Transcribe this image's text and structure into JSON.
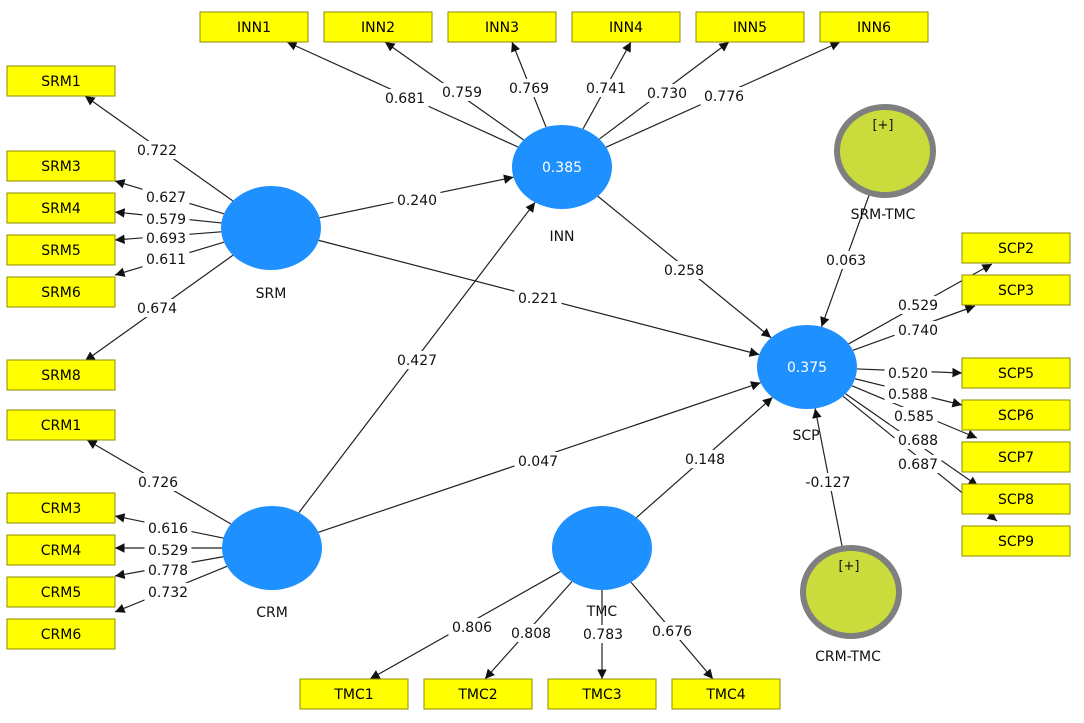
{
  "latents": [
    {
      "id": "INN",
      "label": "INN",
      "r2": "0.385"
    },
    {
      "id": "SRM",
      "label": "SRM",
      "r2": ""
    },
    {
      "id": "CRM",
      "label": "CRM",
      "r2": ""
    },
    {
      "id": "TMC",
      "label": "TMC",
      "r2": ""
    },
    {
      "id": "SCP",
      "label": "SCP",
      "r2": "0.375"
    },
    {
      "id": "SRMTMC",
      "label": "SRM-TMC",
      "r2": "",
      "collapsed": "[+]"
    },
    {
      "id": "CRMTMC",
      "label": "CRM-TMC",
      "r2": "",
      "collapsed": "[+]"
    }
  ],
  "indicators": [
    {
      "id": "INN1",
      "label": "INN1"
    },
    {
      "id": "INN2",
      "label": "INN2"
    },
    {
      "id": "INN3",
      "label": "INN3"
    },
    {
      "id": "INN4",
      "label": "INN4"
    },
    {
      "id": "INN5",
      "label": "INN5"
    },
    {
      "id": "INN6",
      "label": "INN6"
    },
    {
      "id": "SRM1",
      "label": "SRM1"
    },
    {
      "id": "SRM3",
      "label": "SRM3"
    },
    {
      "id": "SRM4",
      "label": "SRM4"
    },
    {
      "id": "SRM5",
      "label": "SRM5"
    },
    {
      "id": "SRM6",
      "label": "SRM6"
    },
    {
      "id": "SRM8",
      "label": "SRM8"
    },
    {
      "id": "CRM1",
      "label": "CRM1"
    },
    {
      "id": "CRM3",
      "label": "CRM3"
    },
    {
      "id": "CRM4",
      "label": "CRM4"
    },
    {
      "id": "CRM5",
      "label": "CRM5"
    },
    {
      "id": "CRM6",
      "label": "CRM6"
    },
    {
      "id": "SCP2",
      "label": "SCP2"
    },
    {
      "id": "SCP3",
      "label": "SCP3"
    },
    {
      "id": "SCP5",
      "label": "SCP5"
    },
    {
      "id": "SCP6",
      "label": "SCP6"
    },
    {
      "id": "SCP7",
      "label": "SCP7"
    },
    {
      "id": "SCP8",
      "label": "SCP8"
    },
    {
      "id": "SCP9",
      "label": "SCP9"
    },
    {
      "id": "TMC1",
      "label": "TMC1"
    },
    {
      "id": "TMC2",
      "label": "TMC2"
    },
    {
      "id": "TMC3",
      "label": "TMC3"
    },
    {
      "id": "TMC4",
      "label": "TMC4"
    }
  ],
  "loadings": [
    {
      "from": "INN",
      "to": "INN1",
      "value": "0.681"
    },
    {
      "from": "INN",
      "to": "INN2",
      "value": "0.759"
    },
    {
      "from": "INN",
      "to": "INN3",
      "value": "0.769"
    },
    {
      "from": "INN",
      "to": "INN4",
      "value": "0.741"
    },
    {
      "from": "INN",
      "to": "INN5",
      "value": "0.730"
    },
    {
      "from": "INN",
      "to": "INN6",
      "value": "0.776"
    },
    {
      "from": "SRM",
      "to": "SRM1",
      "value": "0.722"
    },
    {
      "from": "SRM",
      "to": "SRM3",
      "value": "0.627"
    },
    {
      "from": "SRM",
      "to": "SRM4",
      "value": "0.579"
    },
    {
      "from": "SRM",
      "to": "SRM5",
      "value": "0.693"
    },
    {
      "from": "SRM",
      "to": "SRM6",
      "value": "0.611"
    },
    {
      "from": "SRM",
      "to": "SRM8",
      "value": "0.674"
    },
    {
      "from": "CRM",
      "to": "CRM1",
      "value": "0.726"
    },
    {
      "from": "CRM",
      "to": "CRM3",
      "value": "0.616"
    },
    {
      "from": "CRM",
      "to": "CRM4",
      "value": "0.529"
    },
    {
      "from": "CRM",
      "to": "CRM5",
      "value": "0.778"
    },
    {
      "from": "CRM",
      "to": "CRM6",
      "value": "0.732"
    },
    {
      "from": "SCP",
      "to": "SCP2",
      "value": "0.529"
    },
    {
      "from": "SCP",
      "to": "SCP3",
      "value": "0.740"
    },
    {
      "from": "SCP",
      "to": "SCP5",
      "value": "0.520"
    },
    {
      "from": "SCP",
      "to": "SCP6",
      "value": "0.588"
    },
    {
      "from": "SCP",
      "to": "SCP7",
      "value": "0.585"
    },
    {
      "from": "SCP",
      "to": "SCP8",
      "value": "0.688"
    },
    {
      "from": "SCP",
      "to": "SCP9",
      "value": "0.687"
    },
    {
      "from": "TMC",
      "to": "TMC1",
      "value": "0.806"
    },
    {
      "from": "TMC",
      "to": "TMC2",
      "value": "0.808"
    },
    {
      "from": "TMC",
      "to": "TMC3",
      "value": "0.783"
    },
    {
      "from": "TMC",
      "to": "TMC4",
      "value": "0.676"
    }
  ],
  "paths": [
    {
      "from": "SRM",
      "to": "INN",
      "value": "0.240"
    },
    {
      "from": "SRM",
      "to": "SCP",
      "value": "0.221"
    },
    {
      "from": "CRM",
      "to": "INN",
      "value": "0.427"
    },
    {
      "from": "CRM",
      "to": "SCP",
      "value": "0.047"
    },
    {
      "from": "INN",
      "to": "SCP",
      "value": "0.258"
    },
    {
      "from": "TMC",
      "to": "SCP",
      "value": "0.148"
    },
    {
      "from": "SRMTMC",
      "to": "SCP",
      "value": "0.063"
    },
    {
      "from": "CRMTMC",
      "to": "SCP",
      "value": "-0.127"
    }
  ],
  "colors": {
    "latent_fill": "#1e90ff",
    "moderator_fill": "#c9dc3c",
    "moderator_stroke": "#7f7f7f",
    "indicator_fill": "#ffff00"
  }
}
